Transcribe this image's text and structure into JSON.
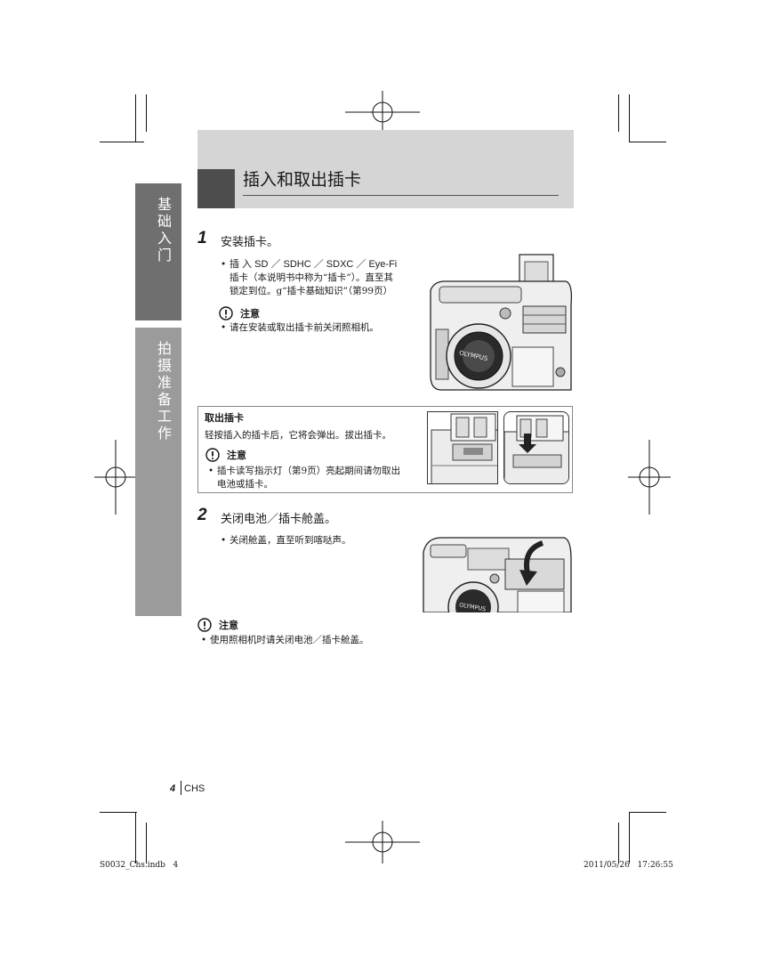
{
  "side_tabs": {
    "basics": "基础入门",
    "prep": "拍摄准备工作"
  },
  "header": {
    "title": "插入和取出插卡"
  },
  "step1": {
    "number": "1",
    "title": "安装插卡。",
    "bullet_line1": "插 入 SD ／ SDHC ／ SDXC ／ Eye-Fi",
    "bullet_line2": "插卡（本说明书中称为“插卡”）。直至其",
    "bullet_line3": "锁定到位。g“插卡基础知识”（第99页）",
    "caution_label": "注意",
    "caution_text": "请在安装或取出插卡前关闭照相机。"
  },
  "remove_box": {
    "title": "取出插卡",
    "text": "轻按插入的插卡后，它将会弹出。拔出插卡。",
    "caution_label": "注意",
    "caution_line1": "插卡读写指示灯（第9页）亮起期间请勿取出",
    "caution_line2": "电池或插卡。"
  },
  "step2": {
    "number": "2",
    "title": "关闭电池／插卡舱盖。",
    "bullet": "关闭舱盖，直至听到喀哒声。"
  },
  "bottom_caution": {
    "label": "注意",
    "text": "使用照相机时请关闭电池／插卡舱盖。"
  },
  "footer": {
    "page_number": "4",
    "lang": "CHS",
    "file_name": "S0032_Chs.indb   4",
    "timestamp": "2011/05/26   17:26:55"
  },
  "icons": [
    "caution-icon",
    "crop-mark-icon",
    "registration-mark-icon",
    "camera-illustration"
  ]
}
